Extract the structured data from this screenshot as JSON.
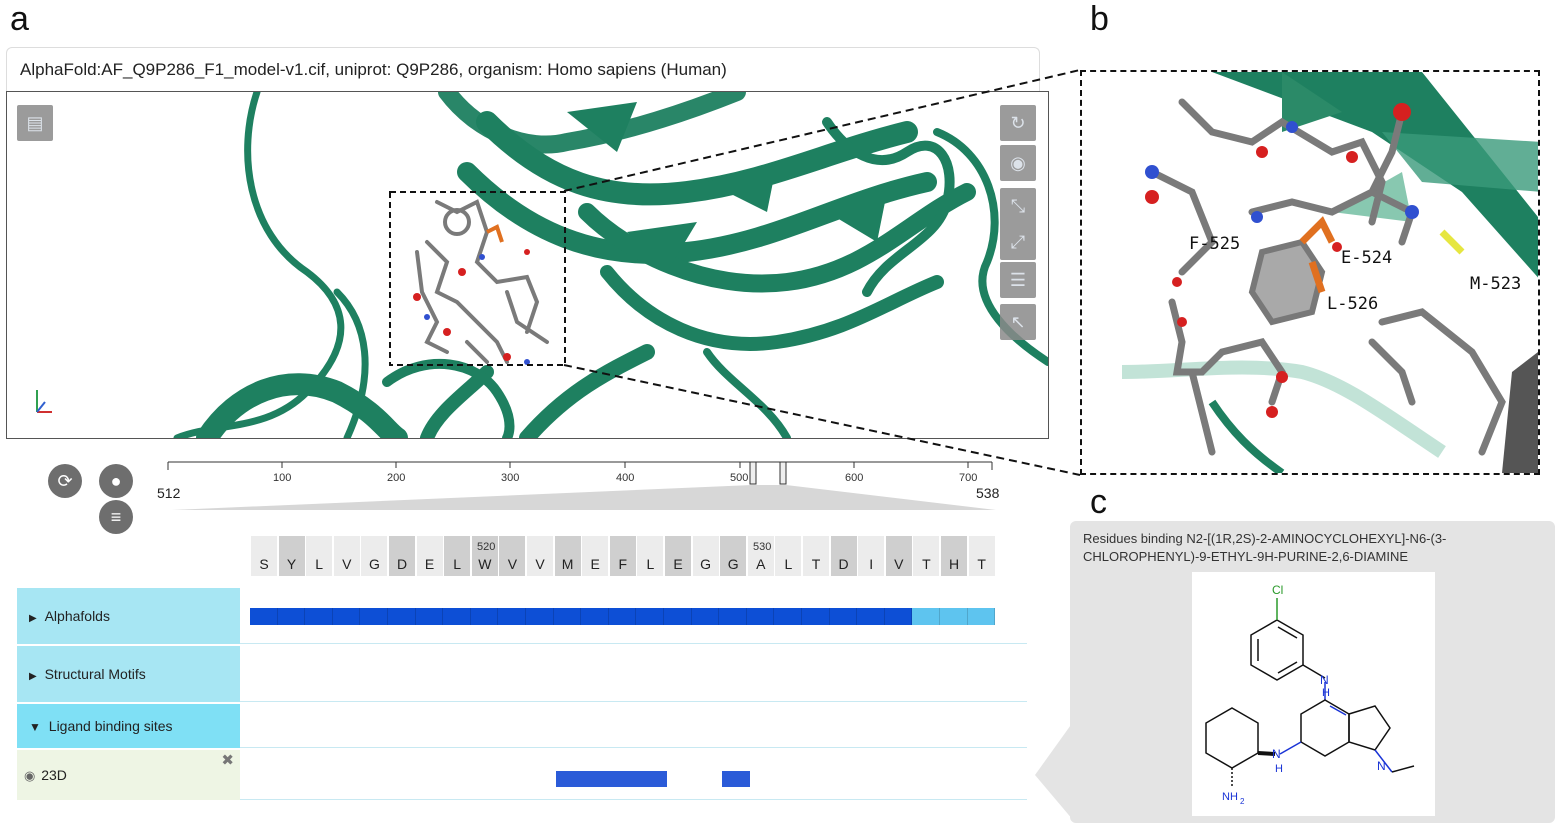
{
  "panel_letters": {
    "a": "a",
    "b": "b",
    "c": "c"
  },
  "viewer": {
    "header": "AlphaFold:AF_Q9P286_F1_model-v1.cif, uniprot: Q9P286, organism: Homo sapiens (Human)",
    "controls": [
      "refresh-icon",
      "camera-icon",
      "measure-icon",
      "expand-icon",
      "sliders-icon",
      "pointer-icon"
    ],
    "protein_color": "#1e8060"
  },
  "zoom_labels": {
    "f525": "F-525",
    "e524": "E-524",
    "m523": "M-523",
    "l526": "L-526"
  },
  "navigation": {
    "ruler_ticks": [
      "100",
      "200",
      "300",
      "400",
      "500",
      "600",
      "700"
    ],
    "range_start": "512",
    "range_end": "538"
  },
  "sequence": {
    "residues": [
      "S",
      "Y",
      "L",
      "V",
      "G",
      "D",
      "E",
      "L",
      "W",
      "V",
      "V",
      "M",
      "E",
      "F",
      "L",
      "E",
      "G",
      "G",
      "A",
      "L",
      "T",
      "D",
      "I",
      "V",
      "T",
      "H",
      "T"
    ],
    "marker_520": "520",
    "marker_530": "530"
  },
  "tracks": {
    "alphafolds": "Alphafolds",
    "structural_motifs": "Structural Motifs",
    "ligand_binding_sites": "Ligand binding sites",
    "ligand_entry": "23D"
  },
  "colors": {
    "track_header_bg": "#a7e6f3",
    "ligand_header_bg": "#7fe0f5",
    "bar_dark": "#0d4fd6",
    "bar_light": "#5ec4ef",
    "ligand_bar": "#2b5bd8"
  },
  "ligand_panel": {
    "title": "Residues binding N2-[(1R,2S)-2-AMINOCYCLOHEXYL]-N6-(3-CHLOROPHENYL)-9-ETHYL-9H-PURINE-2,6-DIAMINE",
    "atoms": {
      "cl": "Cl",
      "n": "N",
      "nh": "N",
      "h": "H",
      "nh2": "NH",
      "sub2": "2"
    }
  }
}
